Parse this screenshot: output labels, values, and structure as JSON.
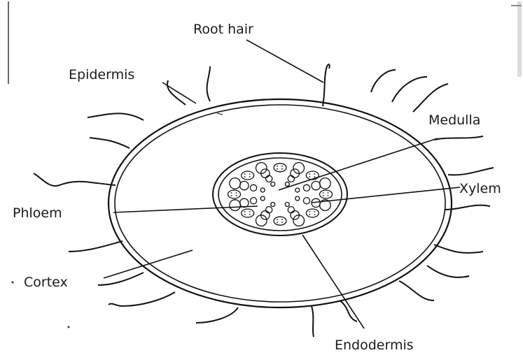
{
  "diagram": {
    "labels": {
      "root_hair": "Root hair",
      "epidermis": "Epidermis",
      "medulla": "Medulla",
      "xylem": "Xylem",
      "phloem": "Phloem",
      "cortex": "Cortex",
      "endodermis": "Endodermis"
    }
  },
  "colors": {
    "ink": "#111111",
    "background": "#ffffff"
  }
}
